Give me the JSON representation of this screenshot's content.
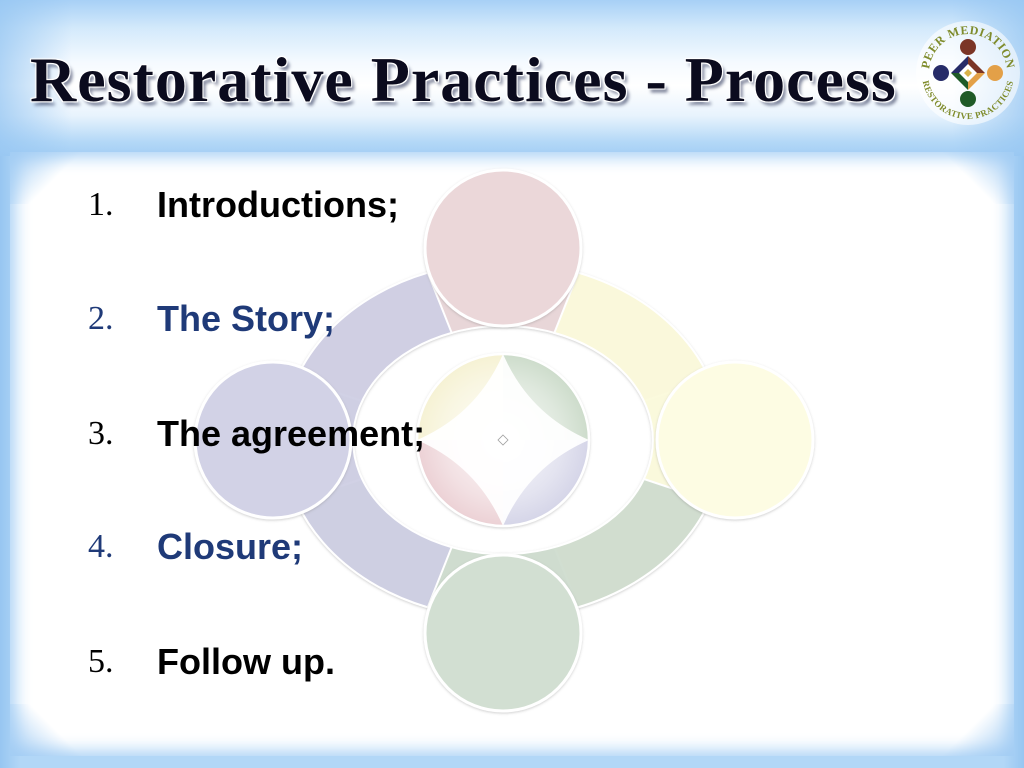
{
  "slide": {
    "title": "Restorative Practices - Process",
    "title_color": "#0b0b1e",
    "steps": [
      {
        "number": "1.",
        "text": "Introductions;",
        "color": "#000000"
      },
      {
        "number": "2.",
        "text": "The Story;",
        "color": "#1f3a78"
      },
      {
        "number": "3.",
        "text": "The agreement;",
        "color": "#000000"
      },
      {
        "number": "4.",
        "text": "Closure;",
        "color": "#1f3a78"
      },
      {
        "number": "5.",
        "text": "Follow up.",
        "color": "#000000"
      }
    ]
  },
  "logo": {
    "top_text": "PEER MEDIATION",
    "bottom_text": "RESTORATIVE PRACTICES",
    "text_color": "#7f8c2c",
    "figure_colors": {
      "top": "#7b3526",
      "right": "#e3a048",
      "bottom": "#1f5a27",
      "left": "#262b68"
    }
  },
  "diagram": {
    "node_colors": {
      "top": "#ebd7d9",
      "right": "#fdfce3",
      "bottom": "#d2dfd2",
      "left": "#d2d2e6"
    },
    "ring_colors": {
      "top": "#e8d5d8",
      "right": "#fbfadb",
      "bottom": "#cfdccf",
      "left": "#cfcfe4"
    },
    "hub_colors": {
      "top_left": "#f6f2d4",
      "top_right": "#cddccb",
      "bottom_right": "#d5d5e8",
      "bottom_left": "#ecd1d5"
    }
  }
}
